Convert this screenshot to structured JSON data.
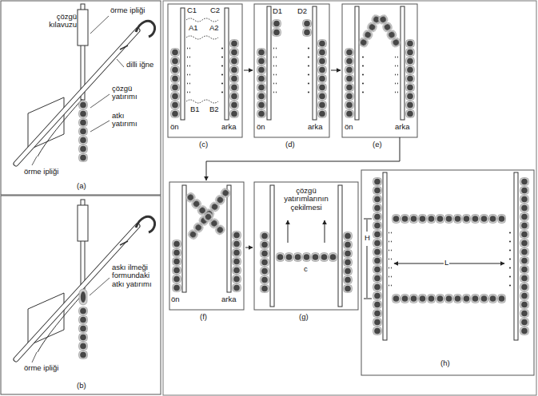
{
  "diagram": {
    "labels": [
      "çözgü kılavuzu",
      "örme ipliği",
      "dilli iğne",
      "çözgü yatırımı",
      "atkı yatırımı",
      "örme ipliği",
      "(a)",
      "askı ilmeği formundaki atkı yatırımı",
      "örme ipliği",
      "(b)",
      "C1",
      "C2",
      "A1",
      "A2",
      "B1",
      "B2",
      "ön",
      "arka",
      "(c)",
      "D1",
      "D2",
      "ön",
      "arka",
      "(d)",
      "ön",
      "arka",
      "(e)",
      "ön",
      "arka",
      "(f)",
      "çözgü yatırımlarının çekilmesi",
      "c",
      "(g)",
      "H",
      "L",
      "(h)"
    ]
  }
}
